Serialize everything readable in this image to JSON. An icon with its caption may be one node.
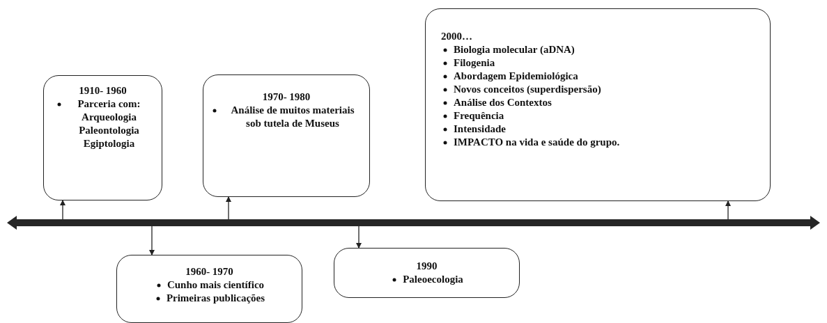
{
  "diagram": {
    "nodes": [
      {
        "text": [
          "1910- 1960",
          "Parceria com: Arqueologia Paleontologia Egiptologia"
        ]
      },
      {
        "text": [
          "1960- 1970",
          "Cunho mais científico",
          "Primeiras publicações"
        ]
      },
      {
        "text": [
          "1970- 1980",
          "Análise de muitos materiais sob tutela de Museus"
        ]
      },
      {
        "text": [
          "1990",
          "Paleoecologia"
        ]
      },
      {
        "text": [
          "2000…",
          "Biologia molecular (aDNA)",
          "Filogenia",
          "Abordagem Epidemiológica",
          "Novos conceitos (superdispersão)",
          "Análise dos Contextos",
          "Frequência",
          "Intensidade",
          "IMPACTO na vida e saúde do grupo."
        ]
      },
      {
        "text": [],
        "shape": "bar"
      }
    ],
    "edges": [
      {
        "from": 5,
        "to": 0,
        "arrow": "to"
      },
      {
        "from": 5,
        "to": 1,
        "arrow": "to"
      },
      {
        "from": 5,
        "to": 2,
        "arrow": "to"
      },
      {
        "from": 5,
        "to": 3,
        "arrow": "to"
      },
      {
        "from": 5,
        "to": 4,
        "arrow": "to"
      }
    ]
  }
}
